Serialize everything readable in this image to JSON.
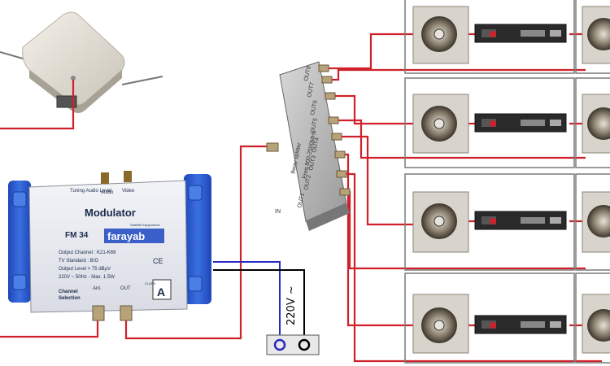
{
  "modulator": {
    "tuning_label": "Tuning Audio\nLevel",
    "audio_label": "Audio",
    "video_label": "Video",
    "title": "Modulator",
    "model": "FM 34",
    "brand": "farayab",
    "brand_tag": "Satellite Equipments",
    "specs": [
      "Output Channel : K21-K69",
      "TV Standard : B/G",
      "Output Level > 75 dBµV",
      "220V ~ 50Hz - Max. 1.5W"
    ],
    "ce_mark": "CE",
    "channel_label": "Channel",
    "selection_label": "Selection",
    "ant_label": "Ant.",
    "out_label": "OUT",
    "class_label": "CLASS",
    "class_value": "A"
  },
  "splitter": {
    "ports": "8way splitter",
    "freq": "Freq.800-2500MHz",
    "in_label": "IN",
    "out_labels": [
      "OUT1",
      "OUT2",
      "OUT3",
      "OUT4",
      "OUT5",
      "OUT6",
      "OUT7",
      "OUT8"
    ]
  },
  "power": {
    "voltage": "220V ~"
  },
  "colors": {
    "signal_cable": "#d0202a",
    "power_live": "#2a2ac0",
    "power_neutral": "#000000",
    "modulator_body": "#2d5fd0"
  },
  "icons": {
    "antenna": "outdoor-antenna-icon",
    "wall_socket": "tv-wall-socket-icon",
    "receiver": "set-top-receiver-icon",
    "outlet": "power-outlet-icon"
  }
}
